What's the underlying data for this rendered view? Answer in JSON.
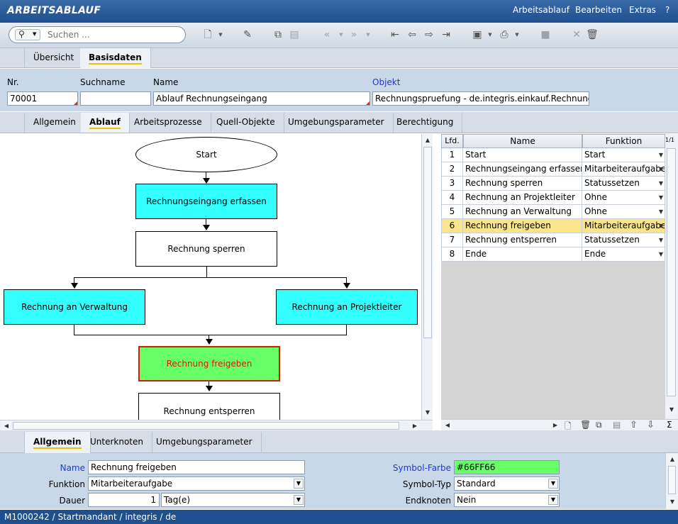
{
  "app": {
    "title": "ARBEITSABLAUF"
  },
  "menu": {
    "items": [
      "Arbeitsablauf",
      "Bearbeiten",
      "Extras",
      "?"
    ]
  },
  "toolbar": {
    "search_placeholder": "Suchen ..."
  },
  "tabs_main": {
    "items": [
      "Übersicht",
      "Basisdaten"
    ],
    "active": "Basisdaten"
  },
  "header": {
    "nr_label": "Nr.",
    "nr_value": "70001",
    "suchname_label": "Suchname",
    "suchname_value": "",
    "name_label": "Name",
    "name_value": "Ablauf Rechnungseingang",
    "objekt_label": "Objekt",
    "objekt_value": "Rechnungspruefung - de.integris.einkauf.Rechnungspr"
  },
  "tabs_sub": {
    "items": [
      "Allgemein",
      "Ablauf",
      "Arbeitsprozesse",
      "Quell-Objekte",
      "Umgebungsparameter",
      "Berechtigung"
    ],
    "active": "Ablauf"
  },
  "flow": {
    "start": "Start",
    "n1": "Rechnungseingang erfassen",
    "n2": "Rechnung sperren",
    "n3": "Rechnung an Verwaltung",
    "n4": "Rechnung an Projektleiter",
    "n5": "Rechnung freigeben",
    "n6": "Rechnung entsperren",
    "colors": {
      "cyan": "#33FFFF",
      "green": "#66FF66",
      "selected_border": "#CC2200"
    }
  },
  "grid": {
    "columns": [
      "Lfd.",
      "Name",
      "Funktion"
    ],
    "page": "1/1",
    "rows": [
      {
        "lfd": "1",
        "name": "Start",
        "funktion": "Start"
      },
      {
        "lfd": "2",
        "name": "Rechnungseingang erfassen",
        "funktion": "Mitarbeiteraufgabe"
      },
      {
        "lfd": "3",
        "name": "Rechnung sperren",
        "funktion": "Statussetzen"
      },
      {
        "lfd": "4",
        "name": "Rechnung an Projektleiter",
        "funktion": "Ohne"
      },
      {
        "lfd": "5",
        "name": "Rechnung an Verwaltung",
        "funktion": "Ohne"
      },
      {
        "lfd": "6",
        "name": "Rechnung freigeben",
        "funktion": "Mitarbeiteraufgabe"
      },
      {
        "lfd": "7",
        "name": "Rechnung entsperren",
        "funktion": "Statussetzen"
      },
      {
        "lfd": "8",
        "name": "Ende",
        "funktion": "Ende"
      }
    ],
    "selected_row": "6",
    "sigma": "Σ"
  },
  "tabs_detail": {
    "items": [
      "Allgemein",
      "Unterknoten",
      "Umgebungsparameter"
    ],
    "active": "Allgemein"
  },
  "detail": {
    "name_label": "Name",
    "name_value": "Rechnung freigeben",
    "funktion_label": "Funktion",
    "funktion_value": "Mitarbeiteraufgabe",
    "dauer_label": "Dauer",
    "dauer_value": "1",
    "dauer_unit": "Tag(e)",
    "farbe_label": "Symbol-Farbe",
    "farbe_value": "#66FF66",
    "typ_label": "Symbol-Typ",
    "typ_value": "Standard",
    "endknoten_label": "Endknoten",
    "endknoten_value": "Nein"
  },
  "status": {
    "text": "M1000242 / Startmandant / integris / de"
  }
}
